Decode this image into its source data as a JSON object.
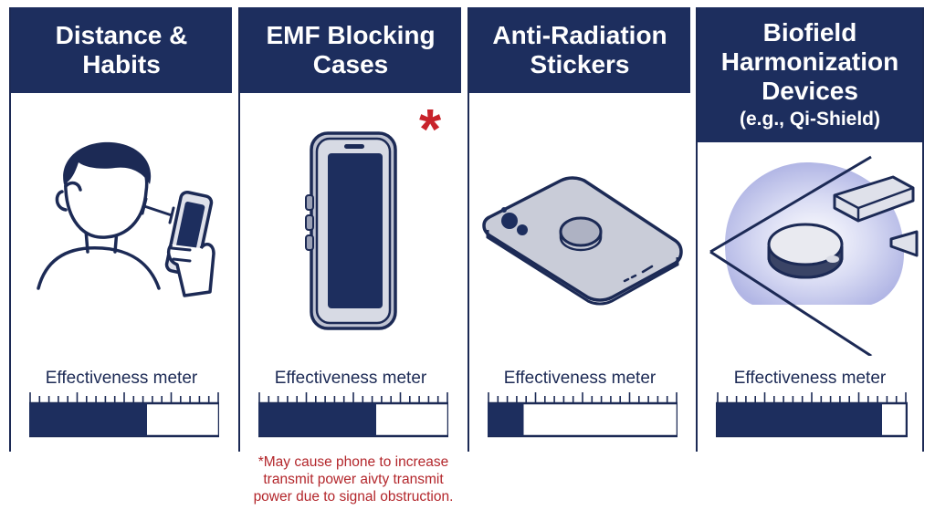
{
  "panels": [
    {
      "title_lines": [
        "Distance &",
        "Habits"
      ],
      "subtitle": "",
      "meter_label": "Effectiveness meter",
      "effectiveness": 0.62
    },
    {
      "title_lines": [
        "EMF Blocking",
        "Cases"
      ],
      "subtitle": "",
      "meter_label": "Effectiveness meter",
      "effectiveness": 0.62,
      "asterisk": "*"
    },
    {
      "title_lines": [
        "Anti-Radiation",
        "Stickers"
      ],
      "subtitle": "",
      "meter_label": "Effectiveness meter",
      "effectiveness": 0.19
    },
    {
      "title_lines": [
        "Biofield",
        "Harmonization",
        "Devices"
      ],
      "subtitle": "(e.g., Qi-Shield)",
      "meter_label": "Effectiveness meter",
      "effectiveness": 0.87
    }
  ],
  "footnote_lines": [
    "*May cause phone to increase",
    "transmit power aivty transmit",
    "power due to signal obstruction."
  ],
  "colors": {
    "navy": "#1d2e5e",
    "accent_red": "#c8232b",
    "bar_fill": "#1d2e5e",
    "device_gray": "#c9ccd8",
    "glow": "#b8bde8"
  },
  "icons": [
    "person-phone-icon",
    "phone-case-icon",
    "phone-sticker-icon",
    "biofield-device-icon"
  ]
}
